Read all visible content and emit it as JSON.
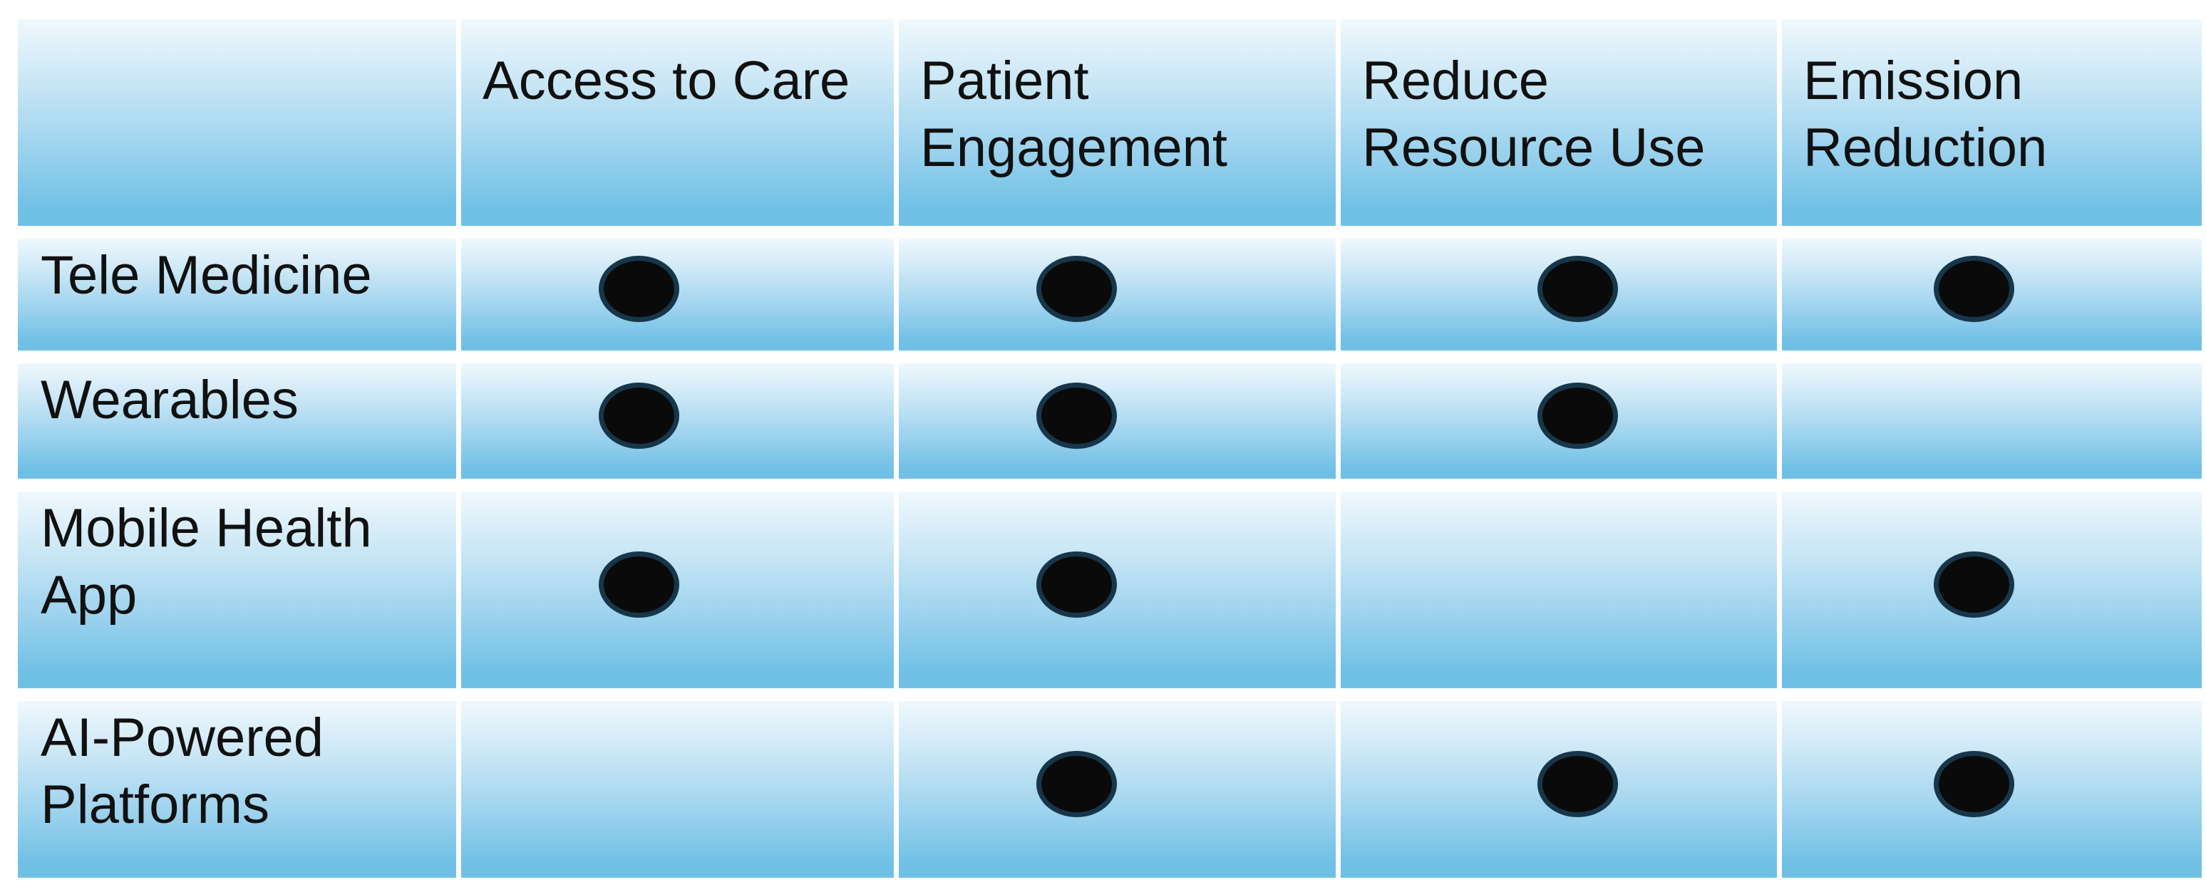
{
  "chart_data": {
    "type": "table",
    "description": "Feature matrix of digital health technologies vs benefits; filled oval means the technology provides that benefit",
    "columns": [
      "Access to Care",
      "Patient Engagement",
      "Reduce Resource Use",
      "Emission Reduction"
    ],
    "rows": [
      {
        "label": "Tele Medicine",
        "marks": [
          true,
          true,
          true,
          true
        ]
      },
      {
        "label": "Wearables",
        "marks": [
          true,
          true,
          true,
          false
        ]
      },
      {
        "label": "Mobile Health App",
        "marks": [
          true,
          true,
          false,
          true
        ]
      },
      {
        "label": "AI-Powered Platforms",
        "marks": [
          false,
          true,
          true,
          true
        ]
      }
    ],
    "corner_cell": "",
    "mark_symbol": "filled-ellipse",
    "layout": {
      "legend": "none",
      "grid": "white gaps between gradient cells"
    },
    "colors": {
      "cell_gradient_top": "#f0f8fd",
      "cell_gradient_bottom": "#70c0e5",
      "dot_fill": "#0a0a0a",
      "dot_rim": "#17364a",
      "text": "#111111",
      "background": "#ffffff"
    }
  }
}
